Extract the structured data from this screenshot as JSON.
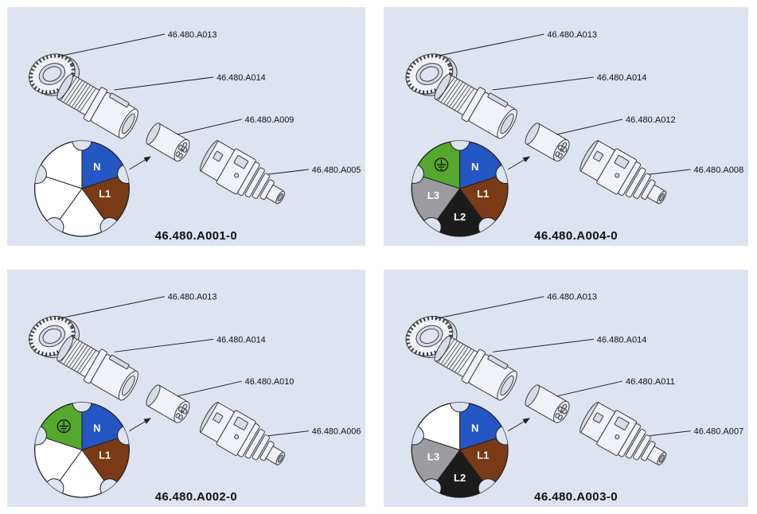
{
  "colors": {
    "panel_bg": "#dde3f1",
    "wire_blue": "#2456c4",
    "wire_brown": "#7a3a16",
    "wire_black": "#1b1b1b",
    "wire_gray": "#9c9ca0",
    "wire_green": "#55a82d",
    "wire_white": "#ffffff"
  },
  "panels": [
    {
      "title": "46.480.A001-0",
      "labels": [
        "46.480.A013",
        "46.480.A014",
        "46.480.A009",
        "46.480.A005"
      ],
      "wheel": {
        "sectors": [
          {
            "position": "top-left",
            "color": "#ffffff"
          },
          {
            "position": "top-right",
            "color": "#2456c4"
          },
          {
            "position": "right",
            "color": "#7a3a16"
          },
          {
            "position": "bottom",
            "color": "#ffffff"
          },
          {
            "position": "left",
            "color": "#ffffff"
          }
        ],
        "labels": {
          "n": "N",
          "l1": "L1",
          "l2": "",
          "l3": ""
        },
        "earth_visibility": "hidden"
      }
    },
    {
      "title": "46.480.A004-0",
      "labels": [
        "46.480.A013",
        "46.480.A014",
        "46.480.A012",
        "46.480.A008"
      ],
      "wheel": {
        "sectors": [
          {
            "position": "top-left",
            "color": "#55a82d"
          },
          {
            "position": "top-right",
            "color": "#2456c4"
          },
          {
            "position": "right",
            "color": "#7a3a16"
          },
          {
            "position": "bottom",
            "color": "#1b1b1b"
          },
          {
            "position": "left",
            "color": "#9c9ca0"
          }
        ],
        "labels": {
          "n": "N",
          "l1": "L1",
          "l2": "L2",
          "l3": "L3"
        },
        "earth_visibility": "visible"
      }
    },
    {
      "title": "46.480.A002-0",
      "labels": [
        "46.480.A013",
        "46.480.A014",
        "46.480.A010",
        "46.480.A006"
      ],
      "wheel": {
        "sectors": [
          {
            "position": "top-left",
            "color": "#55a82d"
          },
          {
            "position": "top-right",
            "color": "#2456c4"
          },
          {
            "position": "right",
            "color": "#7a3a16"
          },
          {
            "position": "bottom",
            "color": "#ffffff"
          },
          {
            "position": "left",
            "color": "#ffffff"
          }
        ],
        "labels": {
          "n": "N",
          "l1": "L1",
          "l2": "",
          "l3": ""
        },
        "earth_visibility": "visible"
      }
    },
    {
      "title": "46.480.A003-0",
      "labels": [
        "46.480.A013",
        "46.480.A014",
        "46.480.A011",
        "46.480.A007"
      ],
      "wheel": {
        "sectors": [
          {
            "position": "top-left",
            "color": "#ffffff"
          },
          {
            "position": "top-right",
            "color": "#2456c4"
          },
          {
            "position": "right",
            "color": "#7a3a16"
          },
          {
            "position": "bottom",
            "color": "#1b1b1b"
          },
          {
            "position": "left",
            "color": "#9c9ca0"
          }
        ],
        "labels": {
          "n": "N",
          "l1": "L1",
          "l2": "L2",
          "l3": "L3"
        },
        "earth_visibility": "hidden"
      }
    }
  ]
}
